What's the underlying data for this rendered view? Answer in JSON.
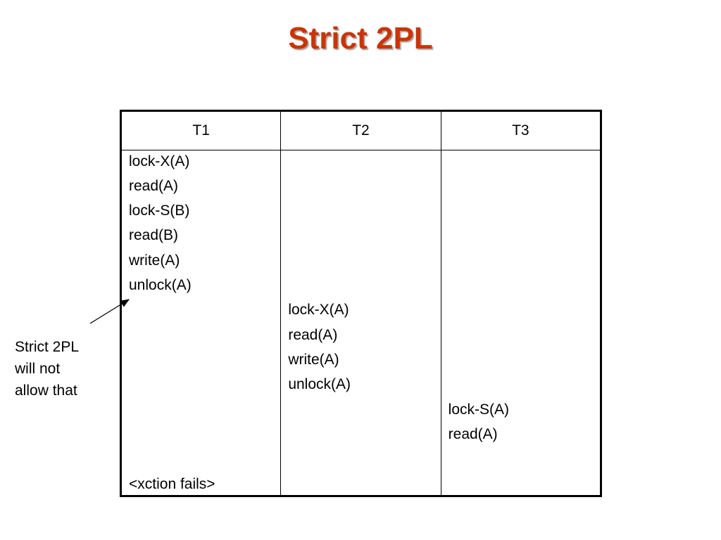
{
  "slide": {
    "title": "Strict 2PL"
  },
  "schedule": {
    "headers": [
      "T1",
      "T2",
      "T3"
    ],
    "t1_ops": [
      "lock-X(A)",
      "read(A)",
      "lock-S(B)",
      "read(B)",
      "write(A)",
      "unlock(A)"
    ],
    "t1_fail": "<xction fails>",
    "t2_ops": [
      "lock-X(A)",
      "read(A)",
      "write(A)",
      "unlock(A)"
    ],
    "t3_ops": [
      "lock-S(A)",
      "read(A)"
    ]
  },
  "annotation": {
    "lines": [
      "Strict 2PL",
      "will not",
      "allow that"
    ]
  }
}
